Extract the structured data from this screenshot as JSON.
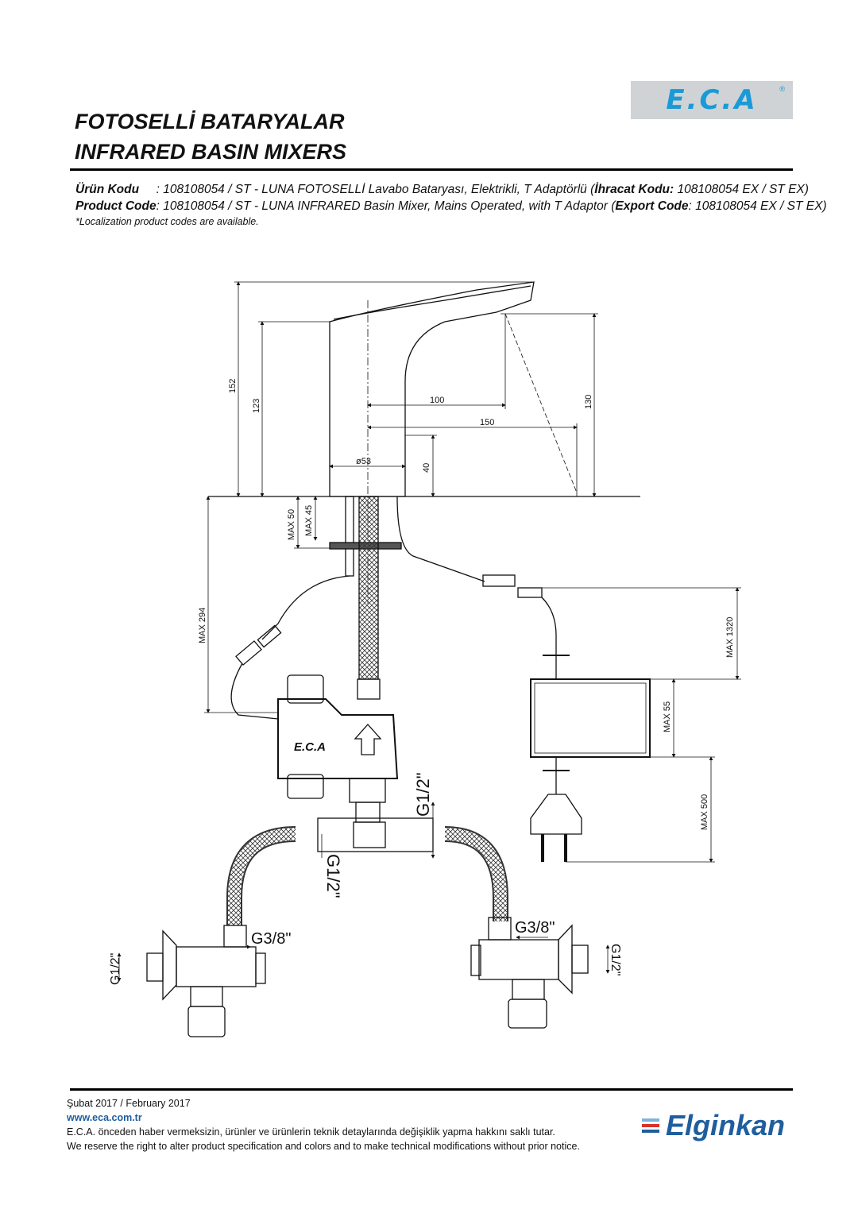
{
  "header": {
    "logo": "E.C.A",
    "title_tr": "FOTOSELLİ BATARYALAR",
    "title_en": "INFRARED BASIN MIXERS"
  },
  "codes": {
    "tr_label": "Ürün Kodu",
    "tr_text": "     : 108108054 / ST - LUNA FOTOSELLİ Lavabo Bataryası, Elektrikli, T Adaptörlü (",
    "tr_export_label": "İhracat Kodu:",
    "tr_export_value": " 108108054 EX / ST EX)",
    "en_label": "Product Code",
    "en_text": ": 108108054 / ST - LUNA INFRARED Basin Mixer, Mains Operated, with T Adaptor (",
    "en_export_label": "Export Code",
    "en_export_value": ": 108108054 EX / ST EX)",
    "note": "*Localization product codes are available."
  },
  "drawing": {
    "dims": {
      "d152": "152",
      "d123": "123",
      "d100": "100",
      "d150": "150",
      "d130": "130",
      "d53": "ø53",
      "d40": "40",
      "max50": "MAX 50",
      "max45": "MAX 45",
      "max294": "MAX 294",
      "max1320": "MAX 1320",
      "max55": "MAX 55",
      "max500": "MAX 500",
      "g12_top": "G1/2\"",
      "g12_mid": "G1/2\"",
      "g12_left": "G1/2\"",
      "g12_right": "G1/2\"",
      "g38_left": "G3/8\"",
      "g38_right": "G3/8\""
    },
    "box_logo": "E.C.A"
  },
  "footer": {
    "date": "Şubat 2017 / February 2017",
    "website": "www.eca.com.tr",
    "disclaimer_tr": "E.C.A. önceden haber vermeksizin, ürünler ve ürünlerin teknik detaylarında değişiklik yapma hakkını saklı tutar.",
    "disclaimer_en": "We reserve the right to alter product specification and colors and to make technical modifications without prior notice.",
    "brand": "Elginkan"
  },
  "colors": {
    "eca_blue": "#1a9ad6",
    "elginkan_blue": "#1f5e9e",
    "elginkan_red": "#d9322b",
    "logo_bg": "#cfd3d6"
  }
}
